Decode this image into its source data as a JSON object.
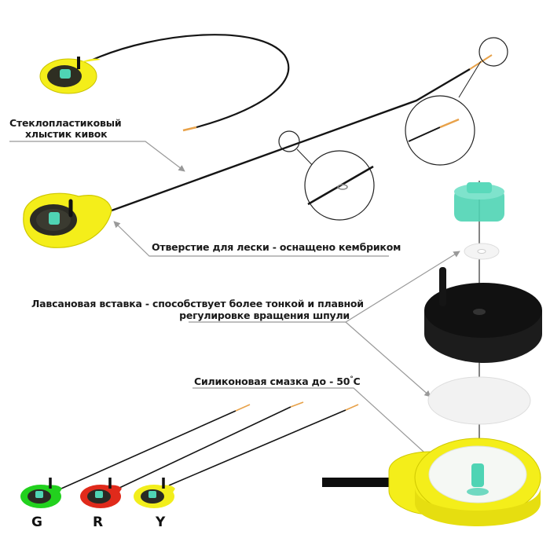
{
  "labels": {
    "fiberglass_line1": "Стеклопластиковый",
    "fiberglass_line2": "хлыстик кивок",
    "line_hole": "Отверстие для лески - оснащено кембриком",
    "lavsan_line1": "Лавсановая вставка - способствует более тонкой и плавной",
    "lavsan_line2": "регулировке вращения шпули",
    "silicone_text": "Силиконовая смазка до - 50",
    "silicone_degree": "°",
    "silicone_unit": "C"
  },
  "variants": [
    {
      "letter": "G",
      "color": "#22d11e"
    },
    {
      "letter": "R",
      "color": "#e02a1b"
    },
    {
      "letter": "Y",
      "color": "#f2ee1c"
    }
  ],
  "colors": {
    "reel_yellow": "#f4ee1a",
    "spool_black": "#111111",
    "insert_teal": "#4fd4b4"
  }
}
